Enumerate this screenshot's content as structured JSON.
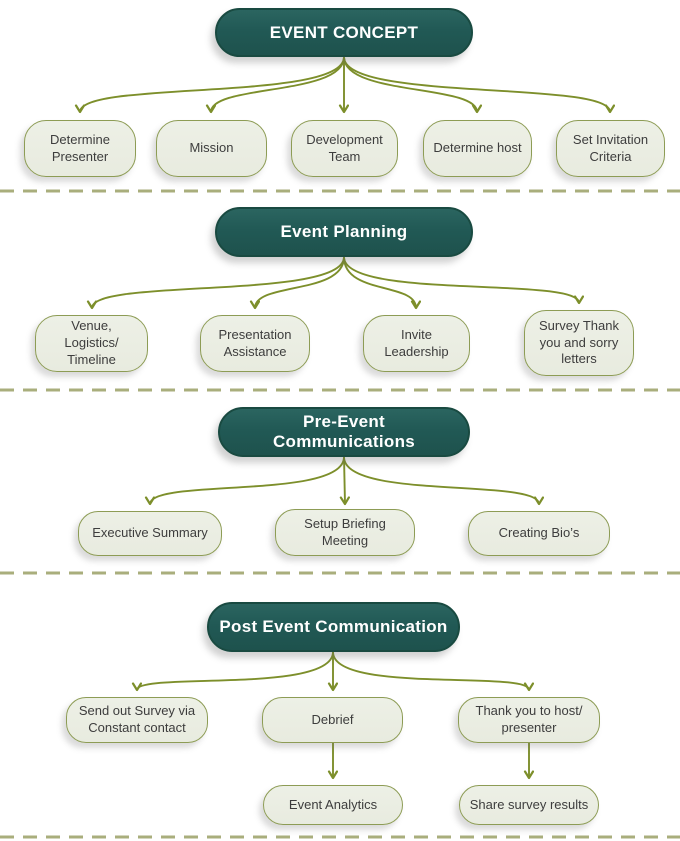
{
  "colors": {
    "header_fill": "#215955",
    "header_border": "#194a41",
    "header_text": "#ffffff",
    "node_fill": "#eaede2",
    "node_border": "#8d9c55",
    "node_text": "#3d3d3d",
    "arrow": "#7d8f2b",
    "divider_dash": "#a9ae7c"
  },
  "sections": [
    {
      "header": "EVENT CONCEPT",
      "children": [
        "Determine Presenter",
        "Mission",
        "Development Team",
        "Determine host",
        "Set Invitation Criteria"
      ]
    },
    {
      "header": "Event Planning",
      "children": [
        "Venue, Logistics/ Timeline",
        "Presentation Assistance",
        "Invite Leadership",
        "Survey Thank you and sorry letters"
      ]
    },
    {
      "header": "Pre-Event Communications",
      "children": [
        "Executive Summary",
        "Setup Briefing Meeting",
        "Creating Bio’s"
      ]
    },
    {
      "header": "Post Event Communication",
      "children": [
        "Send out Survey via Constant contact",
        "Debrief",
        "Thank you to host/ presenter"
      ],
      "subchildren": [
        "Event Analytics",
        "Share survey results"
      ]
    }
  ]
}
